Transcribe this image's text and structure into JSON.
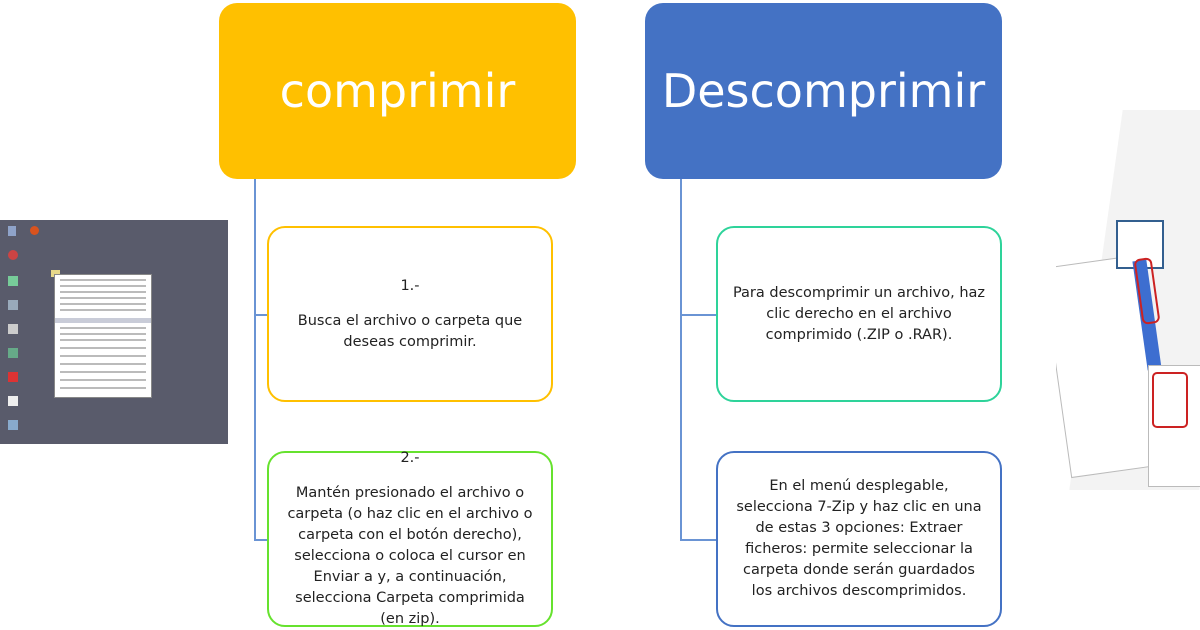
{
  "colors": {
    "compress": "#FFC000",
    "decompress": "#4472C4",
    "connector": "#6A94D4",
    "step1_border": "#FFC000",
    "step2_border": "#66E22E",
    "dec1_border": "#2ED39A",
    "dec2_border": "#4472C4"
  },
  "compress": {
    "title": "comprimir",
    "steps": [
      {
        "number": "1.-",
        "text": "Busca el archivo o carpeta que deseas comprimir."
      },
      {
        "number": "2.-",
        "text": "Mantén presionado el archivo o carpeta (o haz clic en el archivo o carpeta con el botón derecho), selecciona o coloca el cursor en Enviar a y, a continuación, selecciona Carpeta comprimida (en zip)."
      }
    ]
  },
  "decompress": {
    "title": "Descomprimir",
    "steps": [
      {
        "text": "Para descomprimir un archivo, haz clic derecho en el archivo comprimido (.ZIP o .RAR)."
      },
      {
        "text": "En el menú desplegable, selecciona 7-Zip y haz clic en una de estas 3 opciones: Extraer ficheros: permite seleccionar la carpeta donde serán guardados los archivos descomprimidos."
      }
    ]
  },
  "images": {
    "left": "windows-desktop-context-menu-screenshot",
    "right": "7zip-context-menu-screenshot"
  }
}
